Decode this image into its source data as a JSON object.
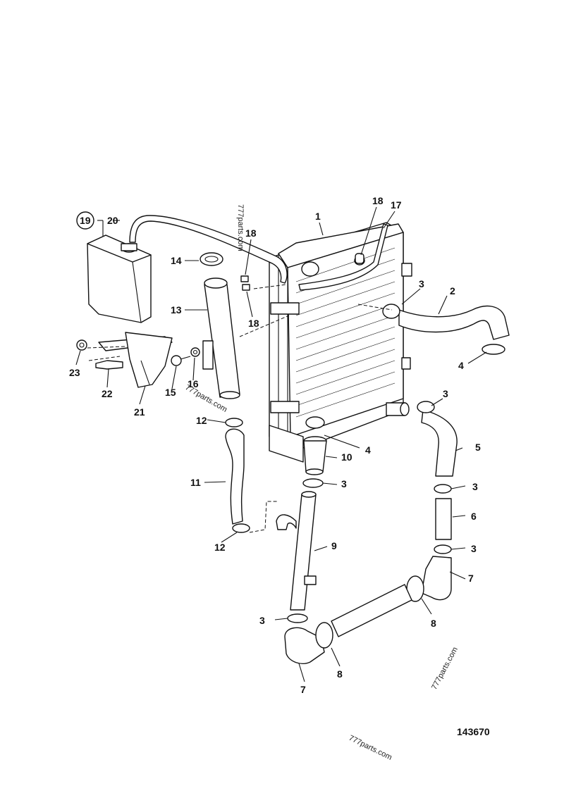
{
  "diagram": {
    "figure_number": "143670",
    "watermarks": [
      "777parts.com",
      "777parts.com",
      "777parts.com",
      "777parts.com"
    ],
    "callouts": {
      "c1": "1",
      "c2": "2",
      "c3a": "3",
      "c3b": "3",
      "c3c": "3",
      "c3d": "3",
      "c3e": "3",
      "c3f": "3",
      "c4a": "4",
      "c4b": "4",
      "c5": "5",
      "c6": "6",
      "c7a": "7",
      "c7b": "7",
      "c8a": "8",
      "c8b": "8",
      "c9": "9",
      "c10": "10",
      "c11": "11",
      "c12a": "12",
      "c12b": "12",
      "c13": "13",
      "c14": "14",
      "c15": "15",
      "c16": "16",
      "c17": "17",
      "c18a": "18",
      "c18b": "18",
      "c18c": "18",
      "c19": "19",
      "c20": "20",
      "c21": "21",
      "c22": "22",
      "c23": "23"
    }
  }
}
